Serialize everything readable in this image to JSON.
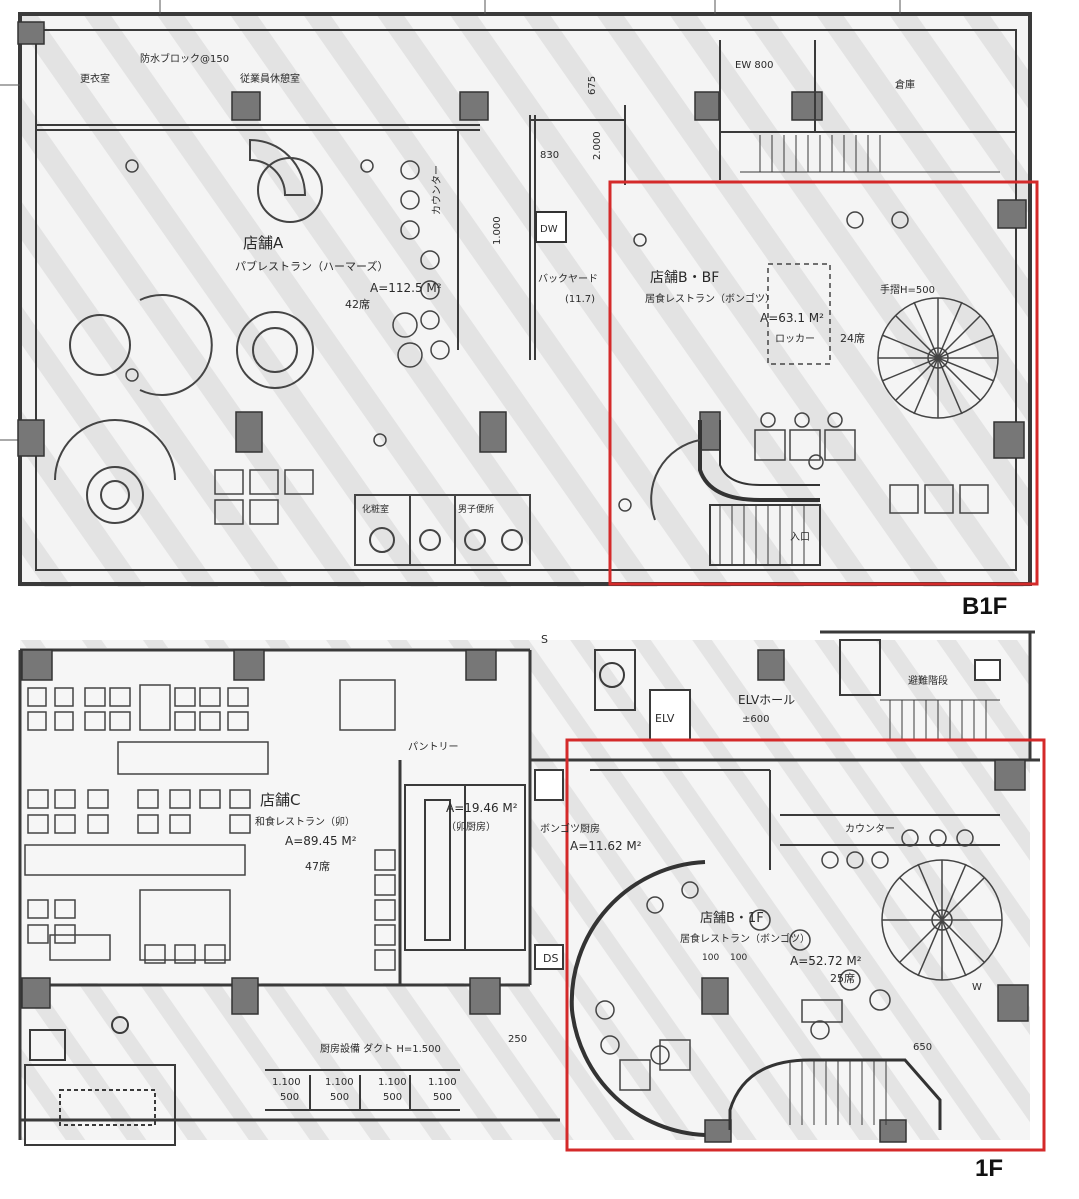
{
  "floor_labels": {
    "b1f": "B1F",
    "f1": "1F"
  },
  "colors": {
    "highlight": "#d42a2a",
    "wall": "#3a3a3a",
    "hatch": "#c9c9c9",
    "paper": "#f7f7f7"
  },
  "b1f": {
    "top_strip": "防水ブロック@150",
    "room_left1": "更衣室",
    "room_left2": "従業員休憩室",
    "storage": "倉庫",
    "ew": "EW 800",
    "store_a": "店舗A",
    "store_a_type": "パブレストラン（ハーマーズ）",
    "store_a_area": "A=112.5 M²",
    "store_a_seats": "42席",
    "counter": "カウンター",
    "backyard": "バックヤード",
    "backyard_area": "(11.7)",
    "dw": "DW",
    "store_b": "店舗B・BF",
    "store_b_type": "居食レストラン（ボンゴツ）",
    "store_b_area": "A=63.1 M²",
    "store_b_seats": "24席",
    "store_b_note": "ロッカー",
    "spiral": "手摺H=500",
    "entrance": "入口",
    "dim_830": "830",
    "dim_2000": "2.000",
    "dim_1000": "1.000",
    "dim_675": "675",
    "wc1": "化粧室",
    "wc2": "男子便所"
  },
  "f1": {
    "store_c": "店舗C",
    "store_c_type": "和食レストラン（卯）",
    "store_c_area": "A=89.45 M²",
    "store_c_seats": "47席",
    "pantry": "パントリー",
    "area_1946": "A=19.46 M²",
    "area_1946_note": "（卯厨房）",
    "kitchen": "ボンゴツ厨房",
    "area_1162": "A=11.62 M²",
    "elv": "ELV",
    "elv_hall": "ELVホール",
    "elv_dim": "±600",
    "stairs": "避難階段",
    "store_b1": "店舗B・1F",
    "store_b1_type": "居食レストラン（ボンゴツ）",
    "store_b1_area": "A=52.72 M²",
    "store_b1_seats": "25席",
    "counter": "カウンター",
    "ds": "DS",
    "dim_250": "250",
    "dim_650": "650",
    "dim_100a": "100",
    "dim_100b": "100",
    "s_label": "S",
    "w_label": "W",
    "lower_note": "厨房設備 ダクト H=1.500",
    "dim_1100": [
      "1.100",
      "1.100",
      "1.100",
      "1.100"
    ],
    "dim_500": [
      "500",
      "500",
      "500",
      "500"
    ]
  }
}
